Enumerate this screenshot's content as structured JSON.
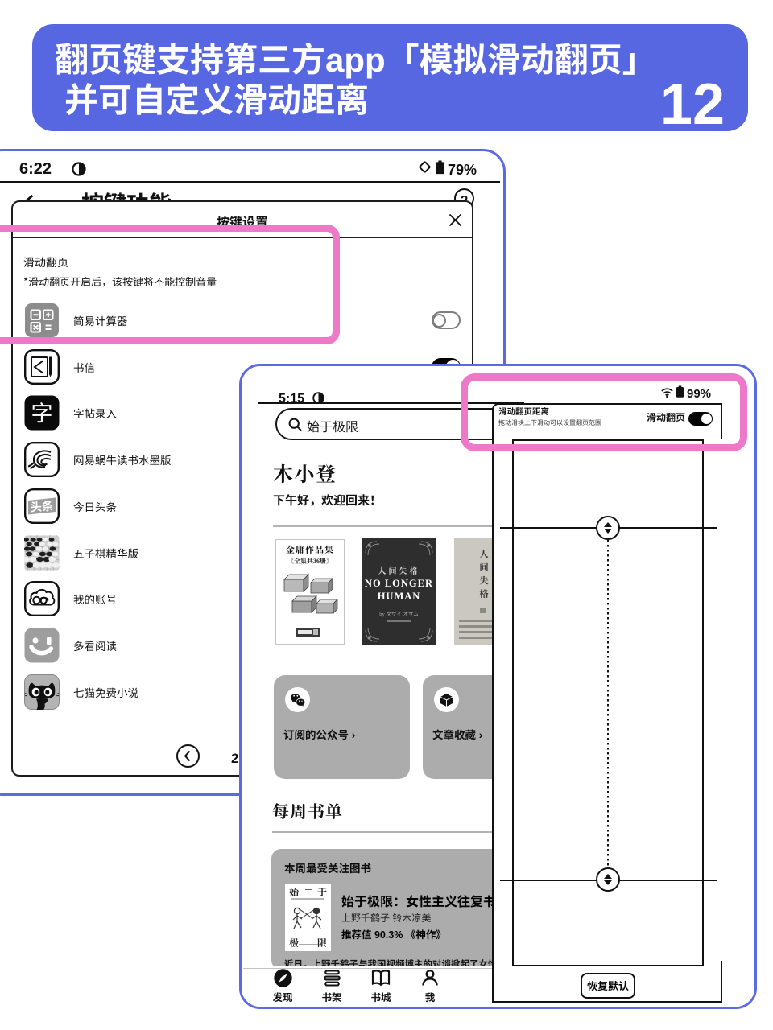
{
  "banner": {
    "line1": "翻页键支持第三方app「模拟滑动翻页」",
    "line2": "并可自定义滑动距离",
    "number": "12"
  },
  "left_device": {
    "status": {
      "time": "6:22",
      "battery": "79%"
    },
    "screen_title": "按键功能",
    "help_icon": "?",
    "modal": {
      "title": "按键设置",
      "section_label": "滑动翻页",
      "section_note": "*滑动翻页开启后，该按键将不能控制音量",
      "apps": [
        {
          "label": "简易计算器",
          "toggle": "off"
        },
        {
          "label": "书信",
          "toggle": "on"
        },
        {
          "label": "字帖录入",
          "toggle": "covered",
          "icon_text": "字"
        },
        {
          "label": "网易蜗牛读书水墨版",
          "toggle": "covered"
        },
        {
          "label": "今日头条",
          "toggle": "covered",
          "icon_text": "头条"
        },
        {
          "label": "五子棋精华版",
          "toggle": "covered"
        },
        {
          "label": "我的账号",
          "toggle": "covered"
        },
        {
          "label": "多看阅读",
          "toggle": "covered"
        },
        {
          "label": "七猫免费小说",
          "toggle": "covered"
        }
      ],
      "pagination": "2"
    }
  },
  "right_device": {
    "status": {
      "time": "5:15",
      "battery": "99%"
    },
    "search": {
      "query": "始于极限"
    },
    "greeting": {
      "name": "木小登",
      "message": "下午好，欢迎回来！"
    },
    "books": [
      {
        "title": "金庸作品集",
        "subtitle": "《全集共36册》"
      },
      {
        "title": "人间失格",
        "subtitle_line1": "NO LONGER",
        "subtitle_line2": "HUMAN",
        "byline": "by ダザイ オサム"
      },
      {
        "title": "人间失格"
      }
    ],
    "shortcut_cards": [
      {
        "label": "订阅的公众号",
        "chevron": "›"
      },
      {
        "label": "文章收藏",
        "chevron": "›"
      }
    ],
    "weekly": {
      "section_title": "每周书单",
      "card_header": "本周最受关注图书",
      "book_title": "始于极限：女性主义往复书",
      "authors": "上野千鹤子 铃木凉美",
      "rating": "推荐值 90.3%",
      "badge": "《神作》",
      "description": "近日，上野千鹤子与我国视频博主的对谈掀起了女性主",
      "thumb": {
        "top_left": "始",
        "top_right": "于",
        "bottom_left": "极",
        "bottom_right": "限"
      }
    },
    "nav": [
      {
        "label": "发现"
      },
      {
        "label": "书架"
      },
      {
        "label": "书城"
      },
      {
        "label": "我"
      }
    ]
  },
  "overlay_panel": {
    "title": "滑动翻页距离",
    "subtitle": "拖动滑块上下滑动可以设置翻页范围",
    "toggle_label": "滑动翻页",
    "toggle_state": "on",
    "reset_button": "恢复默认"
  },
  "colors": {
    "accent_blue": "#5767E1",
    "highlight_pink": "#EE79C8",
    "card_gray": "#ACACAC"
  }
}
